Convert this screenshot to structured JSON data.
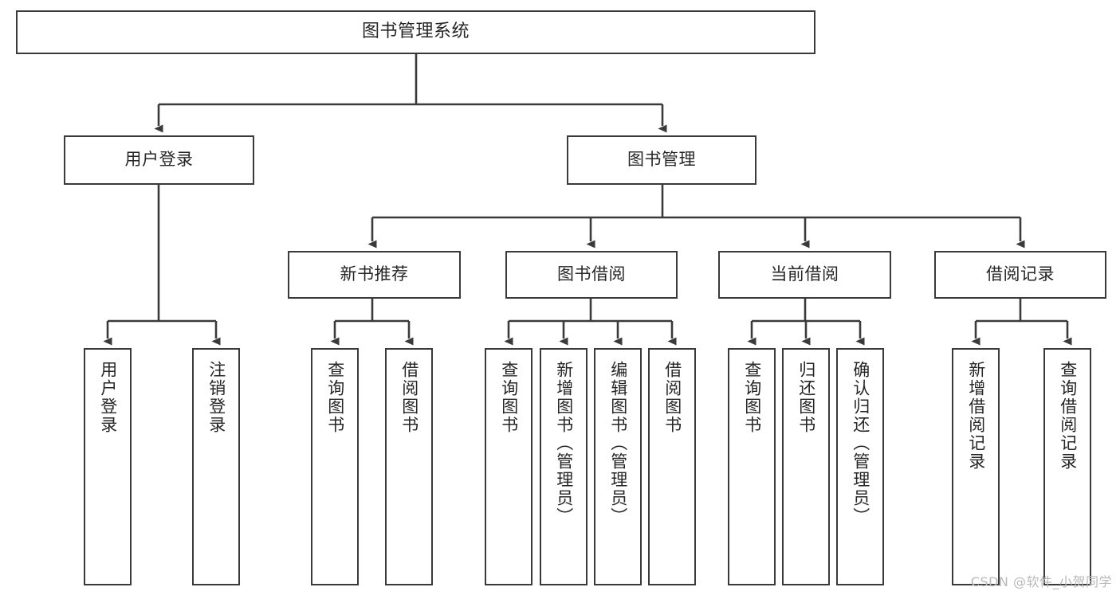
{
  "diagram": {
    "title": "图书管理系统",
    "type": "tree",
    "watermark": "CSDN @软件_小贺同学",
    "colors": {
      "box_border": "#3a3a3a",
      "box_fill": "#ffffff",
      "connector": "#3a3a3a",
      "text": "#262626",
      "background": "#ffffff",
      "watermark": "#b9b9b9"
    },
    "levels": {
      "root": {
        "label": "图书管理系统"
      },
      "level2": [
        {
          "label": "用户登录"
        },
        {
          "label": "图书管理"
        }
      ],
      "level3": [
        {
          "label": "新书推荐"
        },
        {
          "label": "图书借阅"
        },
        {
          "label": "当前借阅"
        },
        {
          "label": "借阅记录"
        }
      ],
      "leaves": {
        "user_login": [
          {
            "label": "用户登录"
          },
          {
            "label": "注销登录"
          }
        ],
        "new_book_recommend": [
          {
            "label": "查询图书"
          },
          {
            "label": "借阅图书"
          }
        ],
        "book_borrow": [
          {
            "label": "查询图书"
          },
          {
            "label": "新增图书（管理员）"
          },
          {
            "label": "编辑图书（管理员）"
          },
          {
            "label": "借阅图书"
          }
        ],
        "current_borrow": [
          {
            "label": "查询图书"
          },
          {
            "label": "归还图书"
          },
          {
            "label": "确认归还（管理员）"
          }
        ],
        "borrow_record": [
          {
            "label": "新增借阅记录"
          },
          {
            "label": "查询借阅记录"
          }
        ]
      }
    }
  }
}
